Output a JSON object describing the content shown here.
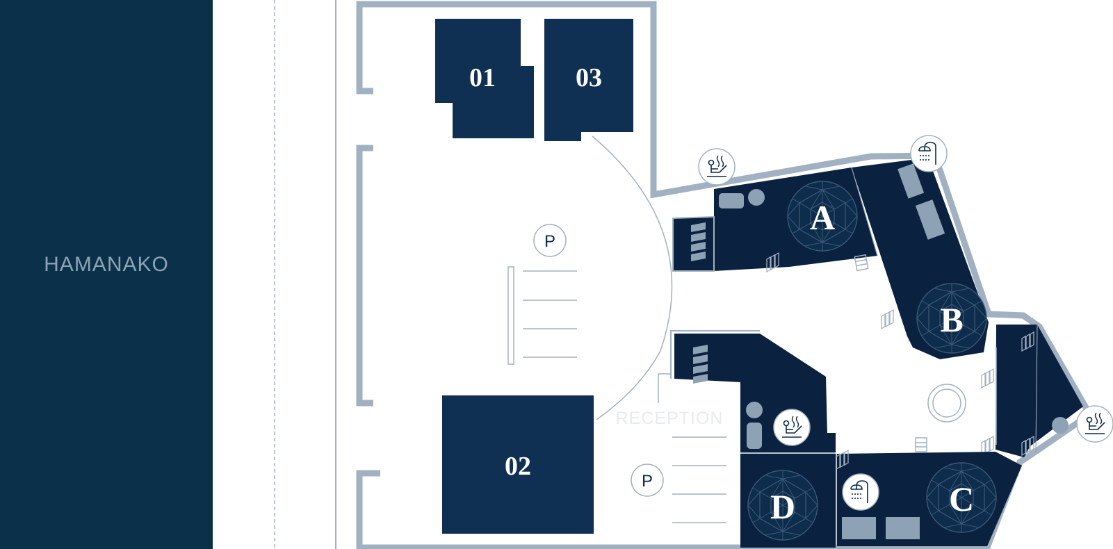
{
  "lake": {
    "name": "HAMANAKO"
  },
  "buildings": [
    {
      "id": "01",
      "label": "01"
    },
    {
      "id": "03",
      "label": "03"
    },
    {
      "id": "02",
      "label": "02"
    }
  ],
  "domes": [
    {
      "id": "A",
      "label": "A"
    },
    {
      "id": "B",
      "label": "B"
    },
    {
      "id": "C",
      "label": "C"
    },
    {
      "id": "D",
      "label": "D"
    }
  ],
  "parking": [
    {
      "label": "P"
    },
    {
      "label": "P"
    }
  ],
  "reception": {
    "label": "RECEPTION"
  },
  "icons": [
    "sauna-icon",
    "shower-icon",
    "sauna-icon",
    "sauna-icon",
    "shower-icon"
  ],
  "colors": {
    "lake": "#0b3049",
    "building": "#0f2f53",
    "dome_area": "#0b2140",
    "wall": "#a2b1c1",
    "line": "#a2b1c1"
  }
}
